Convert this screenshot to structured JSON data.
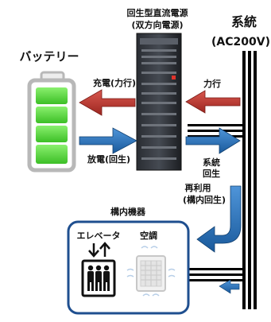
{
  "labels": {
    "source_title_1": "回生型直流電源",
    "source_title_2": "(双方向電源)",
    "grid_title_1": "系統",
    "grid_title_2": "(AC200V)",
    "battery": "バッテリー",
    "charge": "充電(力行)",
    "powering": "力行",
    "discharge": "放電(回生)",
    "grid_regen_1": "系統",
    "grid_regen_2": "回生",
    "reuse_1": "再利用",
    "reuse_2": "(構内回生)",
    "facility": "構内機器",
    "elevator": "エレベータ",
    "aircon": "空調"
  },
  "icons": {
    "battery": "battery-icon",
    "power_supply": "regenerative-power-supply-icon",
    "elevator": "elevator-icon",
    "aircon": "air-conditioner-icon"
  },
  "colors": {
    "charge_arrow": "#b8312a",
    "discharge_arrow": "#1f6db5",
    "battery_cell": "#52d13a",
    "battery_frame": "#b8b8b8",
    "grid_line": "#000000",
    "facility_frame": "#1f4f8f"
  }
}
